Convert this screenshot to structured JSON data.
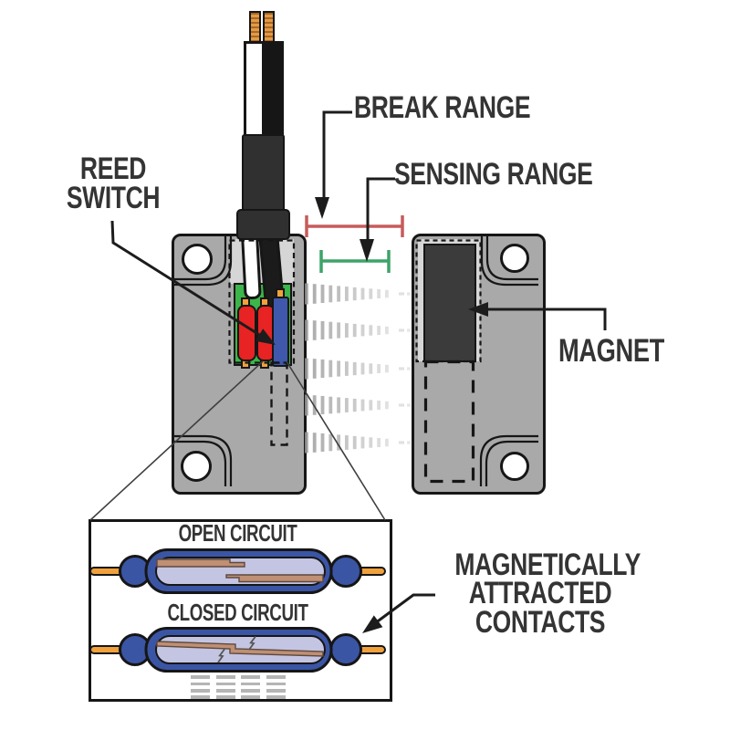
{
  "diagram": {
    "labels": {
      "reed_switch": "REED\nSWITCH",
      "break_range": "BREAK RANGE",
      "sensing_range": "SENSING RANGE",
      "magnet": "MAGNET",
      "contacts": "MAGNETICALLY\nATTRACTED\nCONTACTS",
      "open_circuit": "OPEN CIRCUIT",
      "closed_circuit": "CLOSED CIRCUIT"
    },
    "colors": {
      "break_range_bracket": "#c75b5b",
      "sensing_range_bracket": "#3da369",
      "housing_gray": "#a9a9a9",
      "pocket_gray": "#d6d6d6",
      "pcb_green": "#3cb54a",
      "component_red": "#e82323",
      "component_blue": "#3f58ab",
      "reed_blue": "#3b55a5",
      "glass_lavender": "#c4c5e2",
      "copper_contact": "#c08f74",
      "lead_orange": "#f0a13c",
      "magnet_dark": "#3b3b3b",
      "outline_black": "#161616",
      "text_dark": "#343434",
      "field_line_gray": "#9a9a9a"
    }
  }
}
